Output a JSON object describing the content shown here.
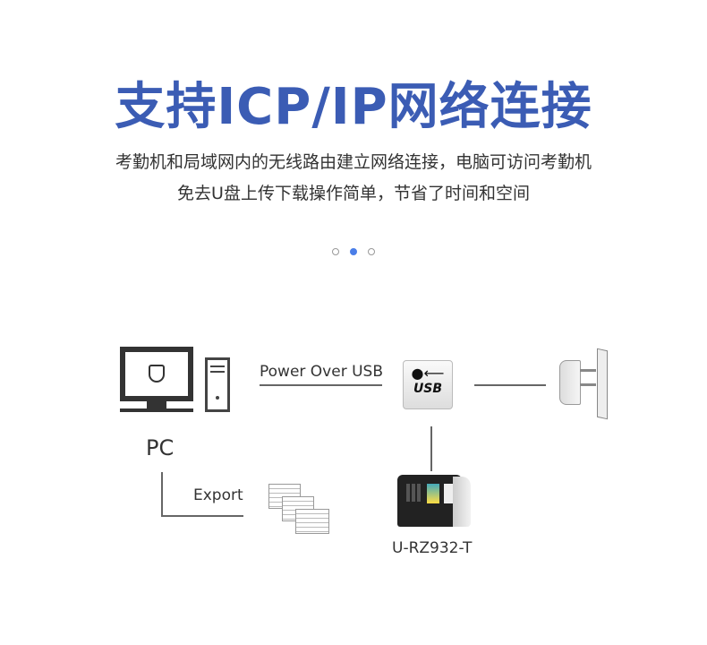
{
  "title": "支持ICP/IP网络连接",
  "subtitle": [
    "考勤机和局域网内的无线路由建立网络连接，电脑可访问考勤机",
    "免去U盘上传下载操作简单，节省了时间和空间"
  ],
  "carousel": {
    "count": 3,
    "active": 1,
    "accent": "#4a7ee8"
  },
  "diagram": {
    "pc_label": "PC",
    "power_label": "Power Over USB",
    "usb_label": "USB",
    "export_label": "Export",
    "device_label": "U-RZ932-T"
  }
}
